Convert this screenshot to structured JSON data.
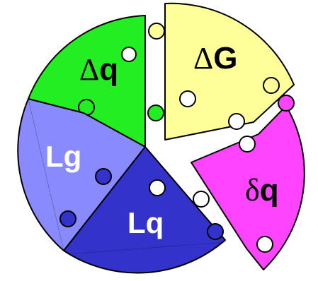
{
  "pieces": [
    {
      "id": "dq_upper",
      "greek": "Δ",
      "letter": "q",
      "color": "#22ee22",
      "text_color": "#000000"
    },
    {
      "id": "dG",
      "greek": "Δ",
      "letter": "G",
      "color": "#ffff99",
      "text_color": "#000000"
    },
    {
      "id": "delta_q",
      "greek": "δ",
      "letter": "q",
      "color": "#ff44ff",
      "text_color": "#000000"
    },
    {
      "id": "Lg",
      "greek": "",
      "letter": "Lg",
      "color": "#8a8aff",
      "text_color": "#ffffff"
    },
    {
      "id": "Lq",
      "greek": "",
      "letter": "Lq",
      "color": "#3333cc",
      "text_color": "#ffffff"
    }
  ]
}
